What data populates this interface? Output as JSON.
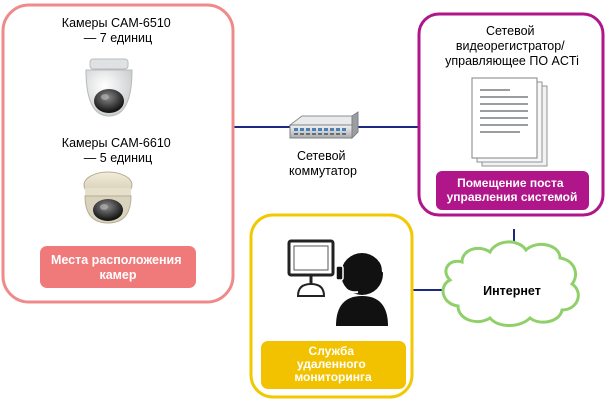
{
  "cameras_zone": {
    "cam1_line1": "Камеры CAM-6510",
    "cam1_line2": "— 7 единиц",
    "cam2_line1": "Камеры CAM-6610",
    "cam2_line2": "— 5 единиц",
    "badge_line1": "Места расположения",
    "badge_line2": "камер",
    "border_color": "#f08a8a",
    "badge_color": "#f07a7a"
  },
  "switch": {
    "label_line1": "Сетевой",
    "label_line2": "коммутатор"
  },
  "control_room": {
    "label_line1": "Сетевой",
    "label_line2": "видеорегистратор/",
    "label_line3": "управляющее ПО ACTi",
    "badge_line1": "Помещение поста",
    "badge_line2": "управления системой",
    "border_color": "#b0168a",
    "badge_color": "#b0168a"
  },
  "remote": {
    "badge_line1": "Служба",
    "badge_line2": "удаленного",
    "badge_line3": "мониторинга",
    "border_color": "#f2c800",
    "badge_color": "#f2c200"
  },
  "internet": {
    "label": "Интернет"
  },
  "colors": {
    "link": "#1a2a80",
    "cloud_fill": "#ffffff",
    "cloud_stroke": "#8fd06a"
  }
}
